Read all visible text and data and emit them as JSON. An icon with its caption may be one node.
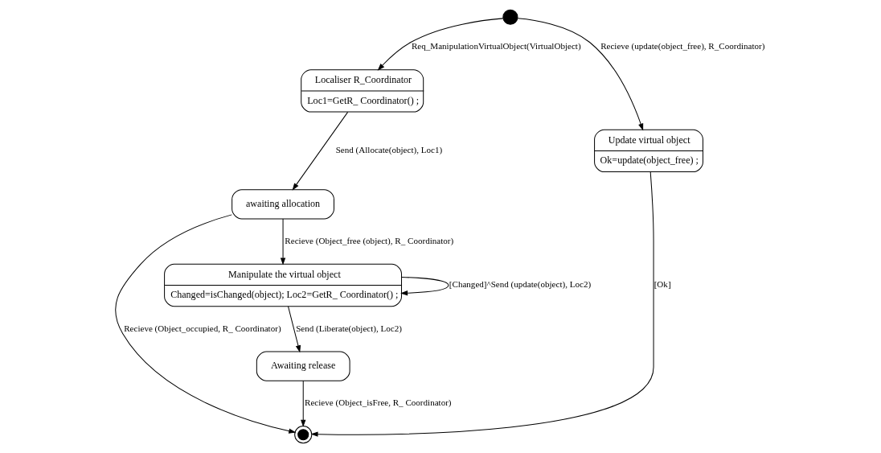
{
  "diagram": {
    "nodes": [
      {
        "text": [],
        "shape": "circle"
      },
      {
        "text": [
          "Localiser R_Coordinator",
          "Loc1=GetR_ Coordinator() ;"
        ]
      },
      {
        "text": [
          "Update virtual object",
          "Ok=update(object_free) ;"
        ]
      },
      {
        "text": [
          "awaiting allocation"
        ]
      },
      {
        "text": [],
        "shape": "circle"
      },
      {
        "text": [
          "Manipulate the virtual object",
          "Changed=isChanged(object); Loc2=GetR_ Coordinator() ;"
        ]
      },
      {
        "text": [
          "Awaiting release"
        ]
      }
    ],
    "edges": [
      {
        "from": 0,
        "to": 1,
        "arrow": "to",
        "label": "Req_ManipulationVirtualObject(VirtualObject)"
      },
      {
        "from": 0,
        "to": 2,
        "arrow": "to",
        "label": "Recieve (update(object_free), R_Coordinator)"
      },
      {
        "from": 1,
        "to": 3,
        "arrow": "to",
        "label": "Send (Allocate(object), Loc1)"
      },
      {
        "from": 3,
        "to": 4,
        "arrow": "to",
        "label": "Recieve (Object_occupied, R_ Coordinator)"
      },
      {
        "from": 2,
        "to": 4,
        "arrow": "to",
        "label": "[Ok]"
      },
      {
        "from": 3,
        "to": 5,
        "arrow": "to",
        "label": "Recieve (Object_free (object), R_ Coordinator)"
      },
      {
        "from": 5,
        "to": 5,
        "arrow": "to",
        "label": "[Changed]^Send (update(object), Loc2)"
      },
      {
        "from": 5,
        "to": 6,
        "arrow": "to",
        "label": "Send (Liberate(object), Loc2)"
      },
      {
        "from": 6,
        "to": 4,
        "arrow": "to",
        "label": "Recieve (Object_isFree, R_ Coordinator)"
      }
    ]
  }
}
